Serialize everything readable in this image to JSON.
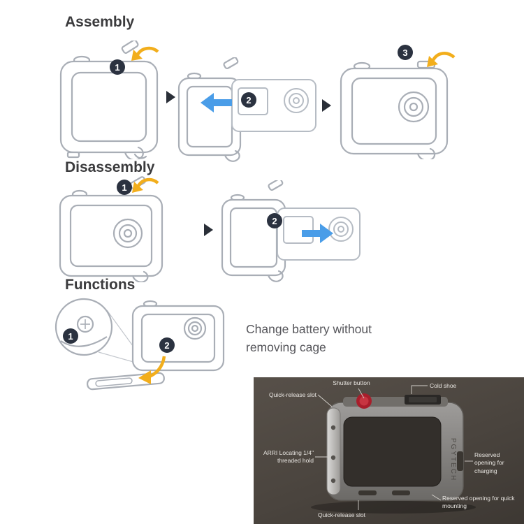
{
  "sections": {
    "assembly": {
      "title": "Assembly",
      "steps": [
        "1",
        "2",
        "3"
      ]
    },
    "disassembly": {
      "title": "Disassembly",
      "steps": [
        "1",
        "2"
      ]
    },
    "functions": {
      "title": "Functions",
      "steps": [
        "1",
        "2"
      ],
      "caption": "Change battery without removing cage"
    }
  },
  "photo": {
    "brand": "PGYTECH",
    "labels": {
      "shutter_button": "Shutter button",
      "cold_shoe": "Cold shoe",
      "quick_release_top": "Quick-release slot",
      "arri_thread": "ARRI Locating 1/4\" threaded hold",
      "charging": "Reserved opening for charging",
      "quick_mounting": "Reserved opening for quick mounting",
      "quick_release_bottom": "Quick-release slot"
    }
  },
  "colors": {
    "heading": "#3b3b3d",
    "line_art": "#a9aeb6",
    "badge": "#2b3240",
    "arrow_yellow": "#f2ae1c",
    "arrow_blue": "#4a9de8",
    "photo_bg": "#4a443e",
    "accent_red": "#b02330"
  }
}
